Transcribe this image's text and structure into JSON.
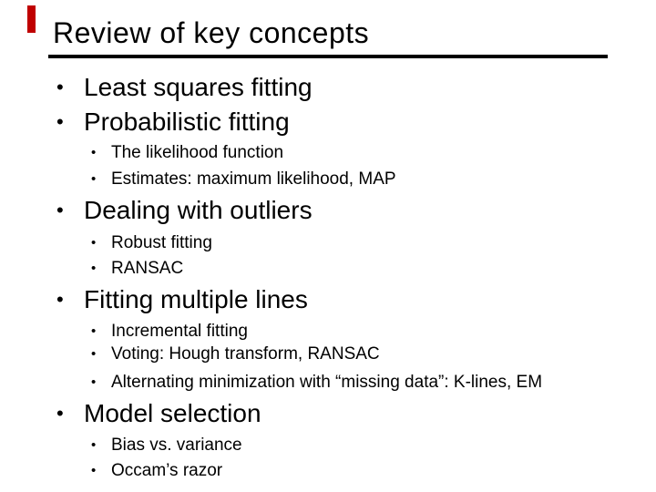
{
  "slide": {
    "title": "Review of key concepts",
    "accent_color": "#c00000",
    "bullet_glyph": "•",
    "items": [
      {
        "level": 1,
        "text": "Least squares fitting"
      },
      {
        "level": 1,
        "text": "Probabilistic fitting"
      },
      {
        "level": 2,
        "text": "The likelihood function"
      },
      {
        "level": 2,
        "text": "Estimates: maximum likelihood, MAP"
      },
      {
        "level": 1,
        "text": "Dealing with outliers"
      },
      {
        "level": 2,
        "text": "Robust fitting"
      },
      {
        "level": 2,
        "text": "RANSAC"
      },
      {
        "level": 1,
        "text": "Fitting multiple lines"
      },
      {
        "level": 2,
        "text": "Incremental fitting"
      },
      {
        "level": 2,
        "text": "Voting: Hough transform, RANSAC"
      },
      {
        "level": 2,
        "text": "Alternating minimization with “missing data”: K-lines, EM"
      },
      {
        "level": 1,
        "text": "Model selection"
      },
      {
        "level": 2,
        "text": "Bias vs. variance"
      },
      {
        "level": 2,
        "text": "Occam’s razor"
      }
    ]
  }
}
